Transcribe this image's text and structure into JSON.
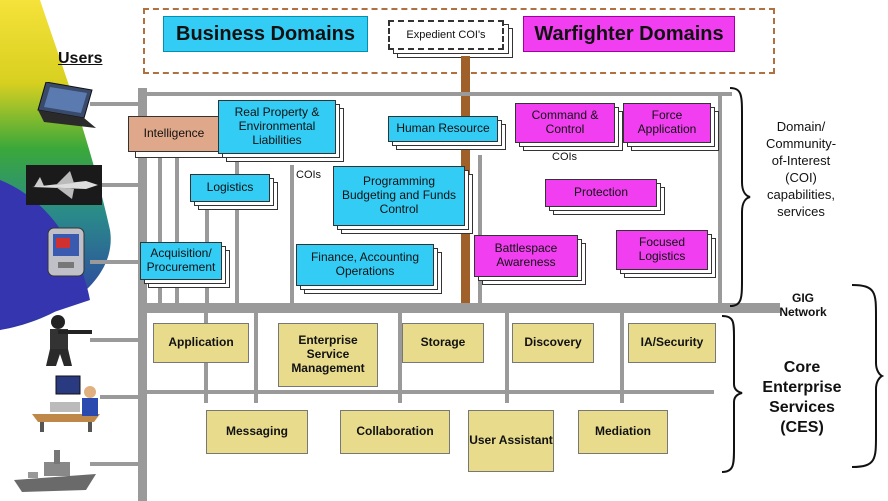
{
  "header": {
    "business_domains": "Business Domains",
    "expedient_cois": "Expedient COI's",
    "warfighter_domains": "Warfighter Domains"
  },
  "users": {
    "label": "Users",
    "icons": [
      "laptop-icon",
      "aircraft-icon",
      "handheld-device-icon",
      "soldier-icon",
      "desk-operator-icon",
      "warship-icon"
    ]
  },
  "domains": {
    "intelligence": "Intelligence",
    "real_property": "Real Property & Environmental Liabilities",
    "logistics": "Logistics",
    "cois_left": "COIs",
    "programming": "Programming Budgeting and Funds Control",
    "acquisition": "Acquisition/ Procurement",
    "finance": "Finance, Accounting Operations",
    "human_resource": "Human Resource",
    "command_control": "Command & Control",
    "force_application": "Force Application",
    "cois_right": "COIs",
    "protection": "Protection",
    "battlespace": "Battlespace Awareness",
    "focused_logistics": "Focused Logistics"
  },
  "ces": {
    "application": "Application",
    "esm": "Enterprise Service Management",
    "storage": "Storage",
    "discovery": "Discovery",
    "ia_security": "IA/Security",
    "messaging": "Messaging",
    "collaboration": "Collaboration",
    "user_assistant": "User Assistant",
    "mediation": "Mediation"
  },
  "right_labels": {
    "coi_capabilities": "Domain/ Community- of-Interest (COI) capabilities, services",
    "gig_network": "GIG Network",
    "core_enterprise": "Core Enterprise Services (CES)"
  },
  "colors": {
    "business": "#33ccf5",
    "warfighter": "#f03ef0",
    "intelligence": "#e0a88a",
    "ces": "#e8dc8c",
    "bus": "#9a9a9a",
    "frame": "#b07040"
  }
}
